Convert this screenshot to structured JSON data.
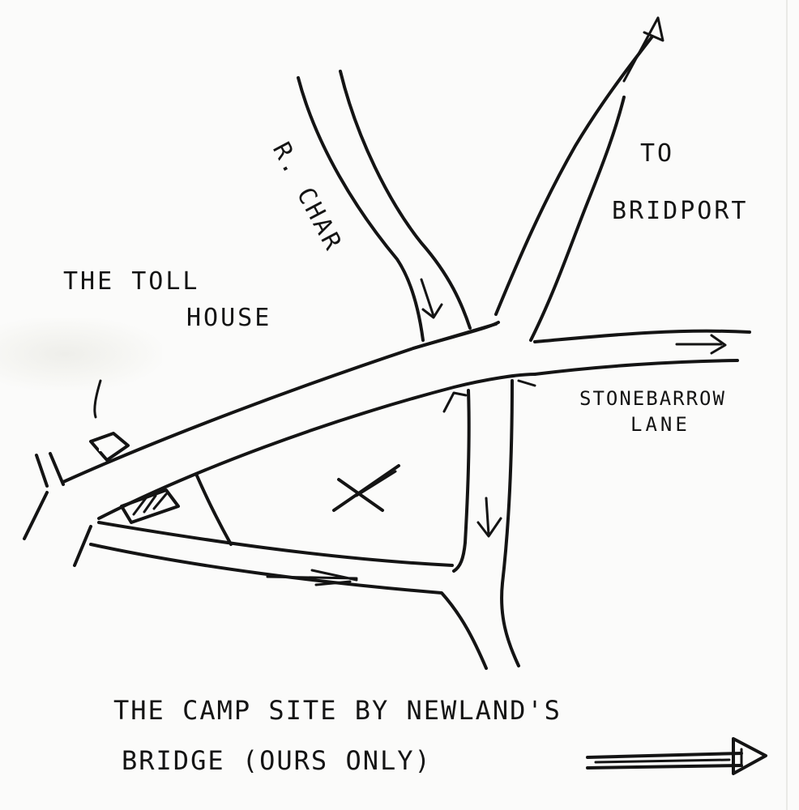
{
  "map": {
    "labels": {
      "river": "R. CHAR",
      "to": "TO",
      "bridport": "BRIDPORT",
      "toll_line1": "THE TOLL",
      "toll_line2": "HOUSE",
      "lane_line1": "STONEBARROW",
      "lane_line2": "LANE",
      "camp_line1": "THE CAMP SITE  BY NEWLAND'S",
      "camp_line2": "BRIDGE (OURS ONLY)"
    },
    "markers": {
      "campsite": "cross-mark",
      "toll_house": "building-icon",
      "small_building": "hatched-building-icon"
    },
    "colors": {
      "ink": "#141414",
      "paper": "#fbfbfa"
    }
  }
}
